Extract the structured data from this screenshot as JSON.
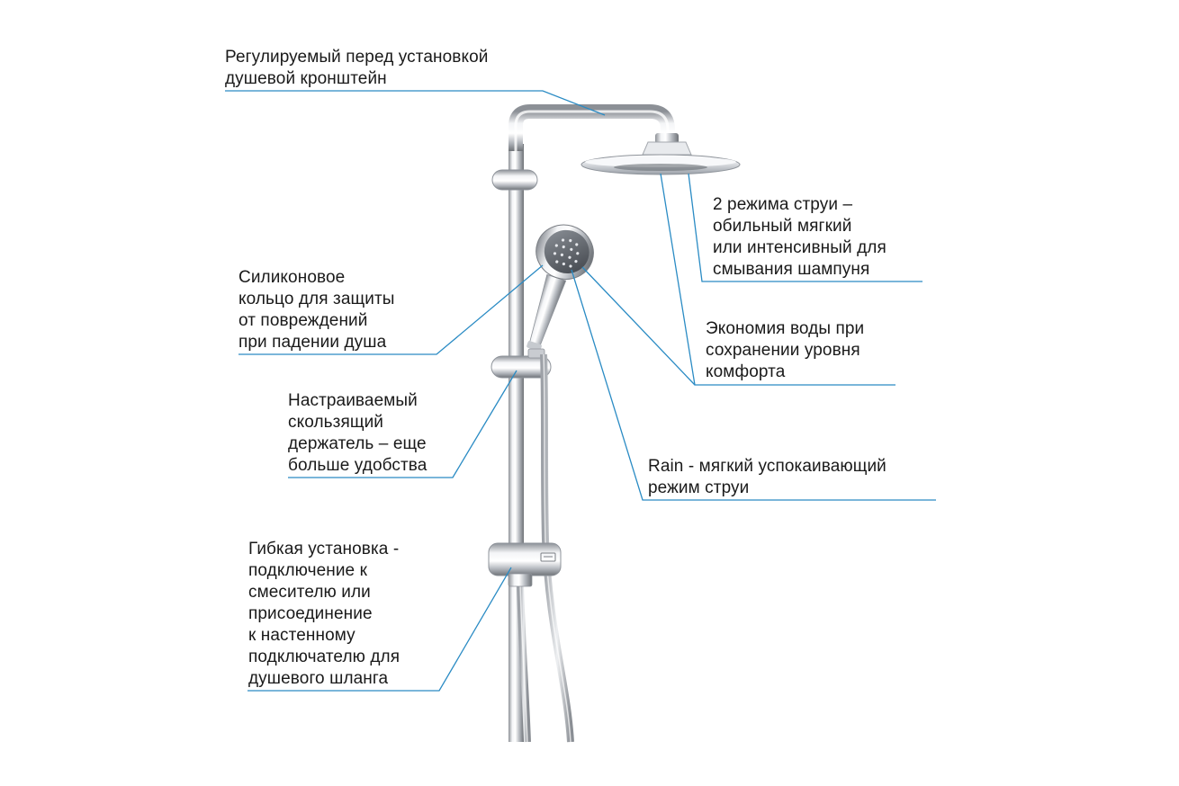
{
  "callouts": {
    "bracket": [
      "Регулируемый перед установкой",
      "душевой кронштейн"
    ],
    "spray_modes": [
      "2 режима струи –",
      "обильный мягкий",
      "или интенсивный для",
      "смывания шампуня"
    ],
    "silicone_ring": [
      "Силиконовое",
      "кольцо для защиты",
      "от повреждений",
      "при падении душа"
    ],
    "water_saving": [
      "Экономия воды при",
      "сохранении уровня",
      "комфорта"
    ],
    "slider": [
      "Настраиваемый",
      "скользящий",
      "держатель – еще",
      "больше удобства"
    ],
    "rain": [
      "Rain - мягкий успокаивающий",
      "режим струи"
    ],
    "flexible": [
      "Гибкая установка -",
      "подключение к",
      "смесителю или",
      "присоединение",
      "к настенному",
      "подключателю для",
      "душевого шланга"
    ]
  },
  "colors": {
    "leader": "#2a8bc4",
    "chrome": "#c9ccd1",
    "text": "#1a1a1a"
  },
  "icons": {
    "logo": "grohe-logo-mark"
  }
}
